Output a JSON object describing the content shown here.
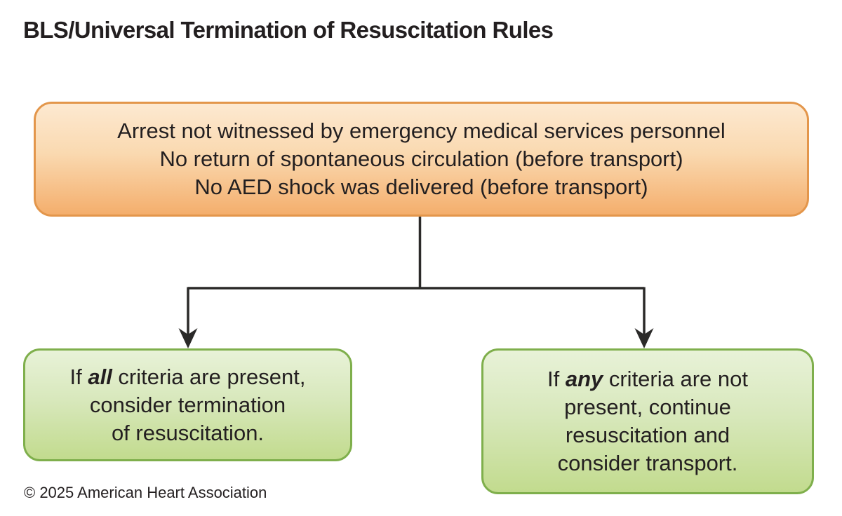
{
  "title": "BLS/Universal Termination of Resuscitation Rules",
  "criteria_box": {
    "lines": [
      "Arrest not witnessed by emergency medical services personnel",
      "No return of spontaneous circulation (before transport)",
      "No AED shock was delivered (before transport)"
    ]
  },
  "left_box": {
    "line1_prefix": "If ",
    "line1_emphasis": "all",
    "line1_suffix": " criteria are present,",
    "line2": "consider termination",
    "line3": "of resuscitation."
  },
  "right_box": {
    "line1_prefix": "If ",
    "line1_emphasis": "any",
    "line1_suffix": " criteria are not",
    "line2": "present, continue",
    "line3": "resuscitation and",
    "line4": "consider transport."
  },
  "footer": "© 2025 American Heart Association",
  "colors": {
    "text": "#231F20",
    "orange_border": "#E3964B",
    "orange_fill_top": "#FDE9D1",
    "orange_fill_bottom": "#F4AE6C",
    "green_border": "#7FAF4C",
    "green_fill_top": "#E8F2D8",
    "green_fill_bottom": "#C2DB8E",
    "connector": "#2B2A29"
  }
}
